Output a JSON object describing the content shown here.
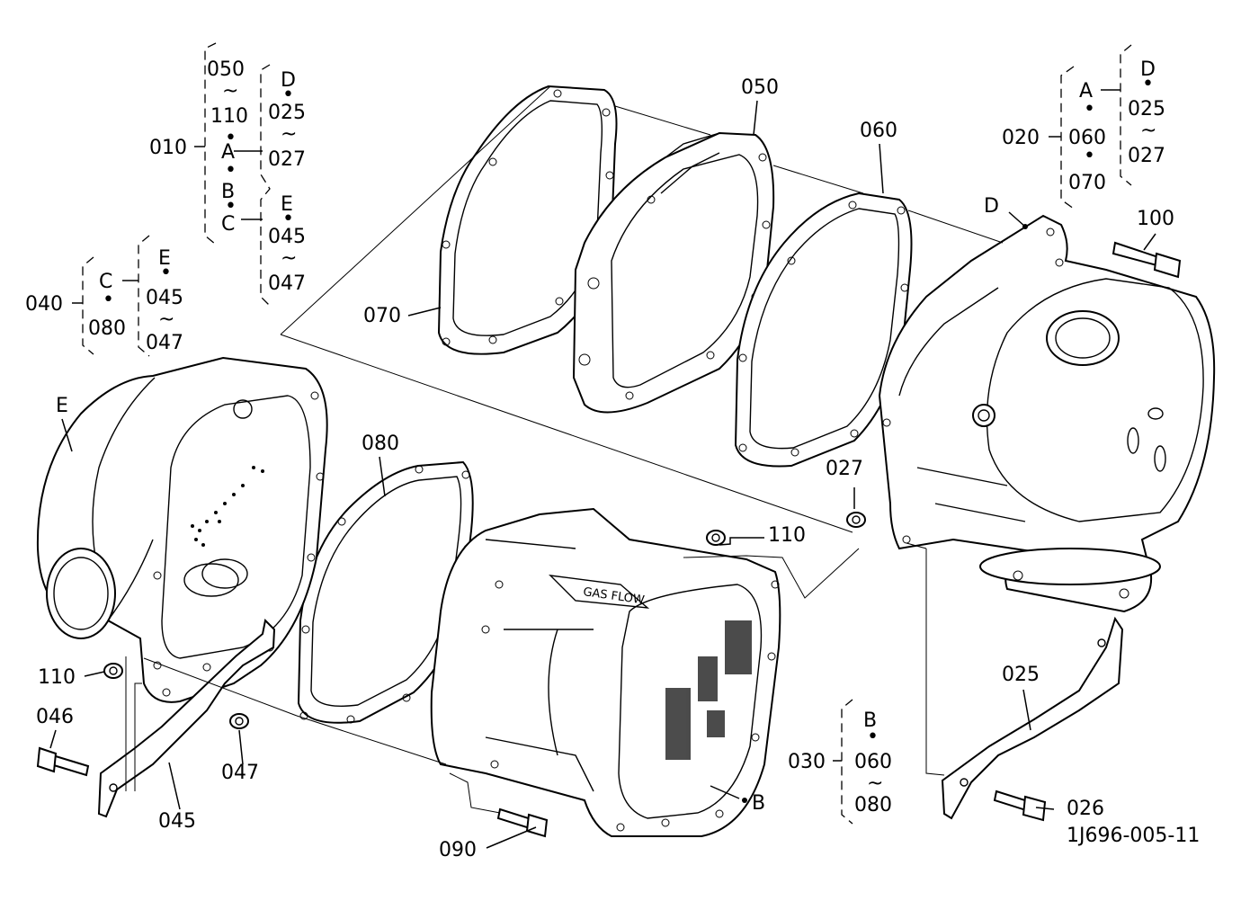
{
  "diagram": {
    "drawing_code": "1J696-005-11",
    "callouts": {
      "c010": {
        "number": "010",
        "range1_top": "050",
        "range1_bottom": "110",
        "letters": [
          "A",
          "B",
          "C"
        ],
        "groupD": {
          "letter": "D",
          "from": "025",
          "to": "027"
        },
        "groupE": {
          "letter": "E",
          "from": "045",
          "to": "047"
        }
      },
      "c020": {
        "number": "020",
        "letter": "A",
        "items": [
          "060",
          "070"
        ],
        "groupD": {
          "letter": "D",
          "from": "025",
          "to": "027"
        }
      },
      "c030": {
        "number": "030",
        "letter": "B",
        "from": "060",
        "to": "080"
      },
      "c040": {
        "number": "040",
        "letter": "C",
        "item": "080",
        "groupE": {
          "letter": "E",
          "from": "045",
          "to": "047"
        }
      },
      "tilde": "~",
      "dotchar": "•"
    },
    "part_labels": [
      "050",
      "060",
      "070",
      "080",
      "100",
      "110",
      "110",
      "025",
      "026",
      "027",
      "045",
      "046",
      "047",
      "090"
    ],
    "point_labels": [
      "D",
      "E",
      "B"
    ]
  }
}
